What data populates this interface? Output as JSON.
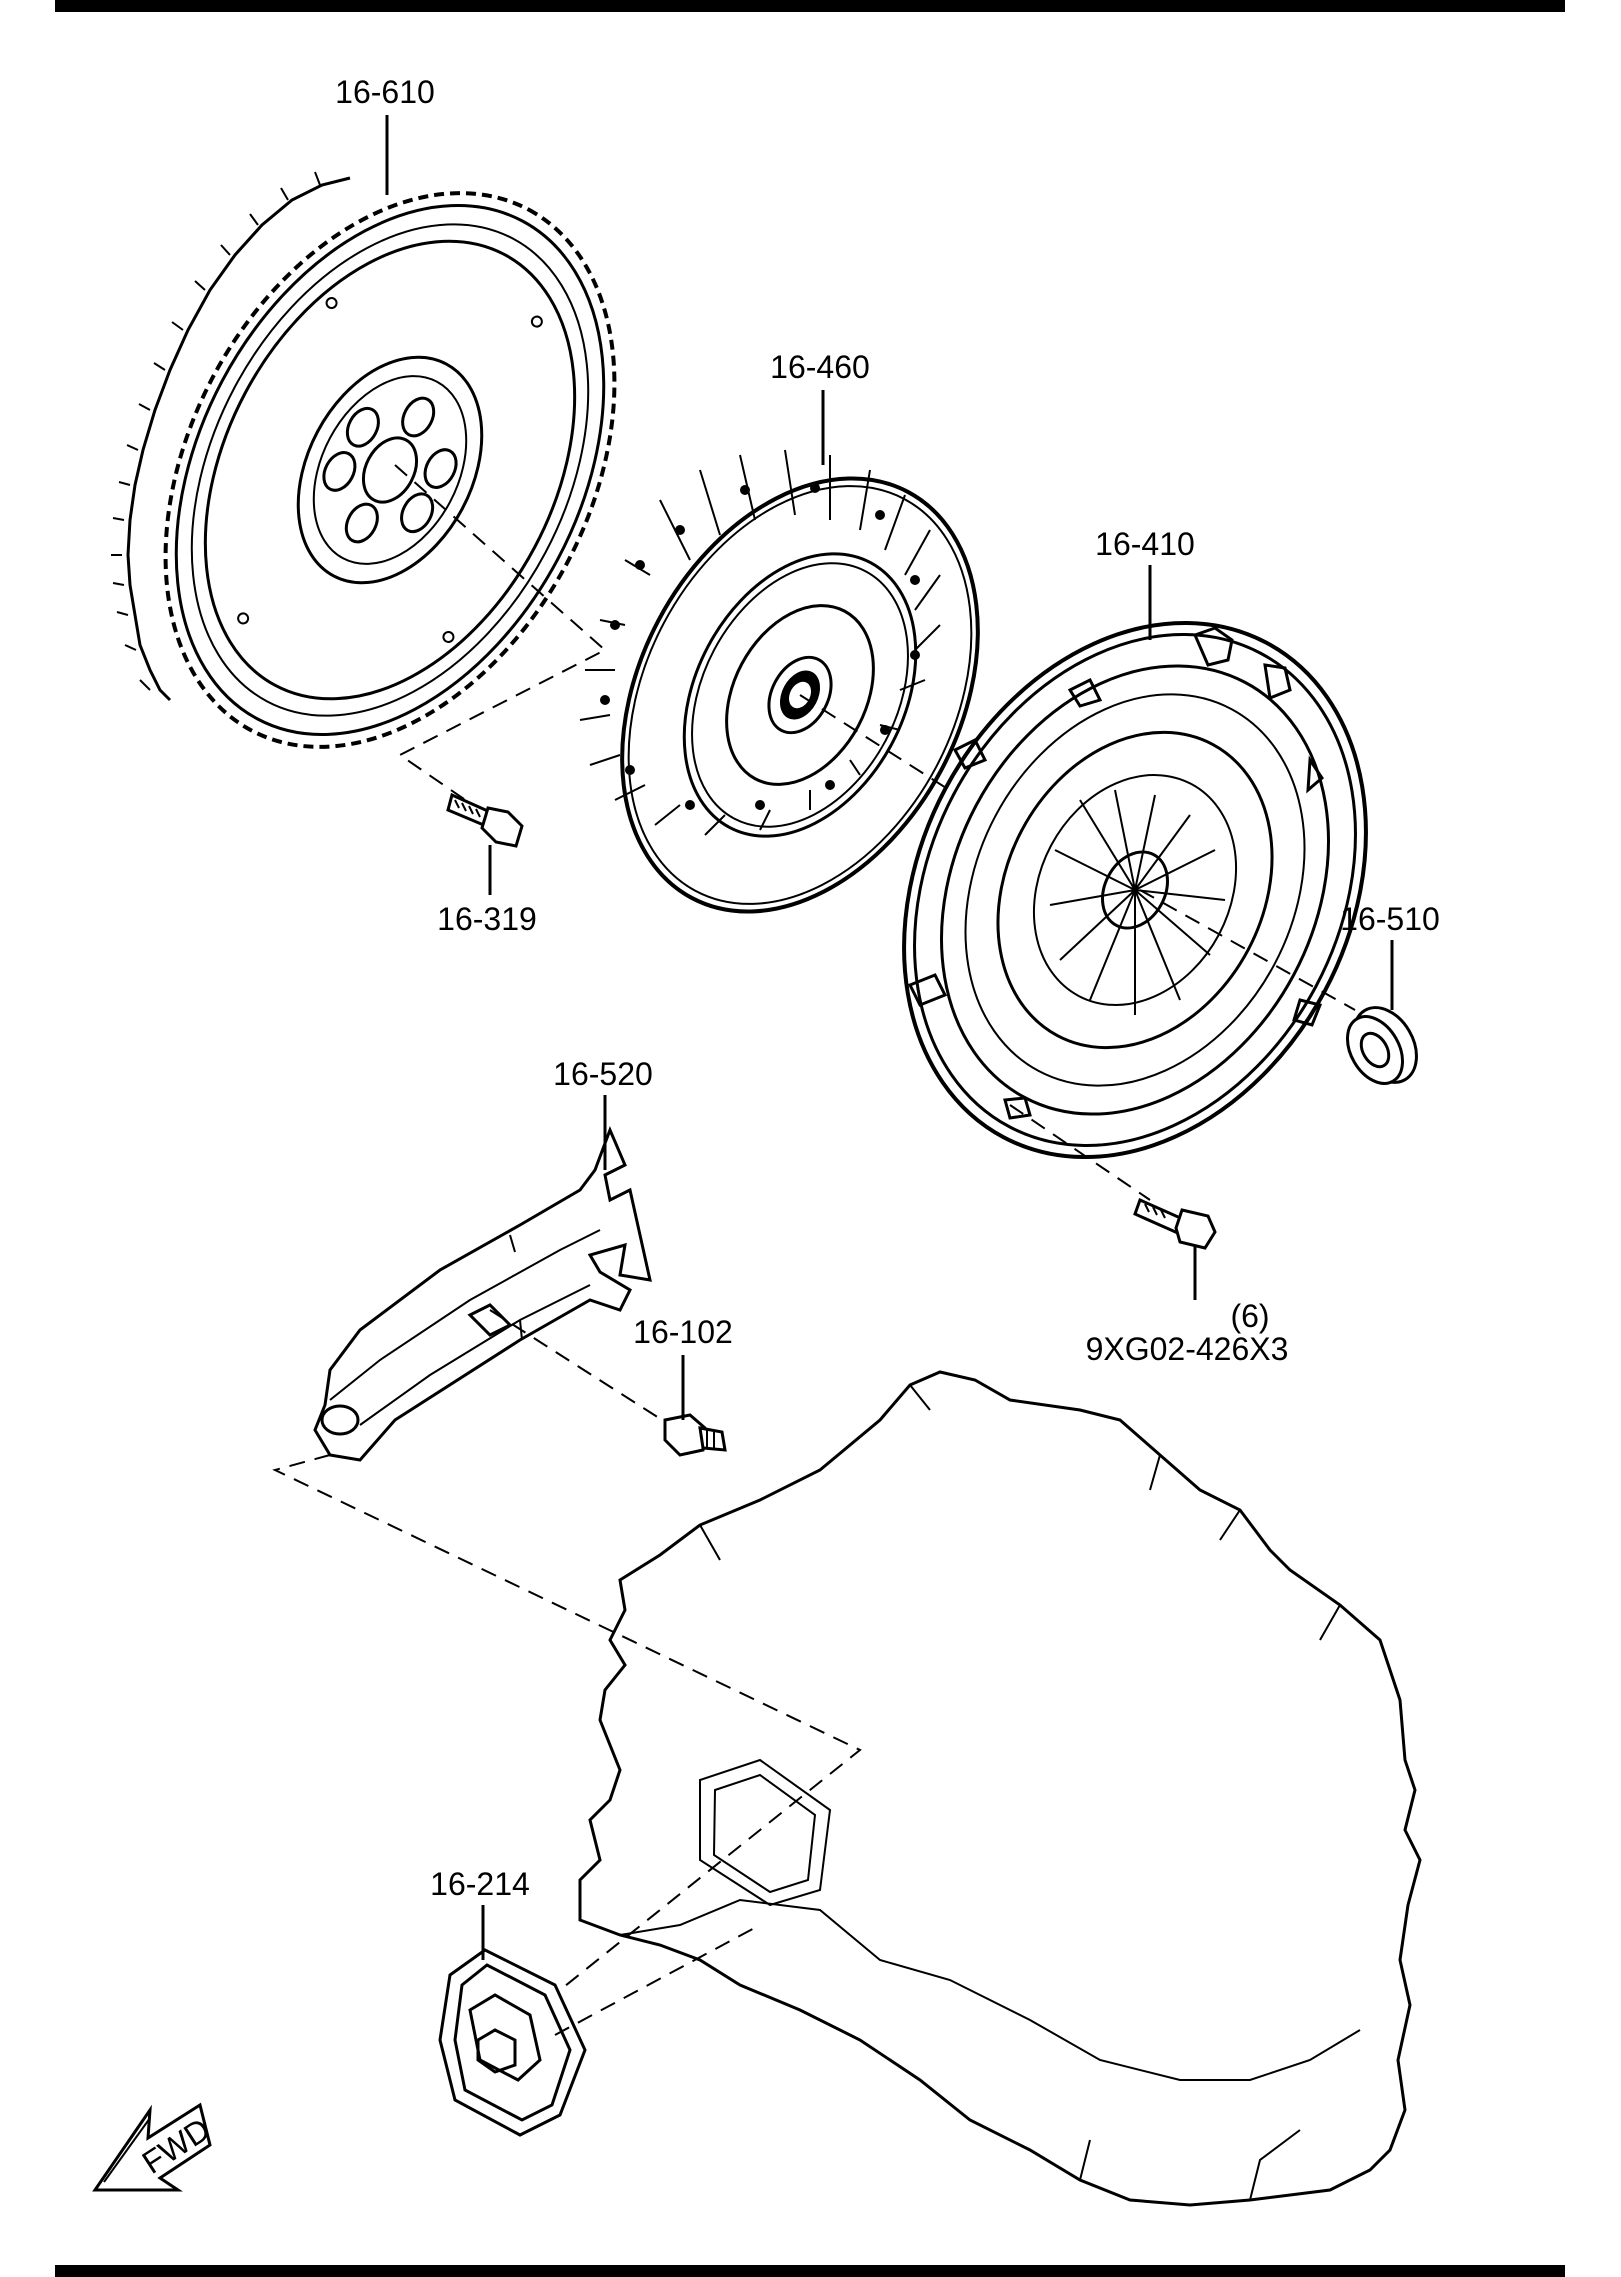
{
  "diagram": {
    "callouts": [
      {
        "id": "flywheel",
        "label": "16-610"
      },
      {
        "id": "clutch-disc",
        "label": "16-460"
      },
      {
        "id": "pressure-plate",
        "label": "16-410"
      },
      {
        "id": "release-bearing",
        "label": "16-510"
      },
      {
        "id": "flywheel-bolt",
        "label": "16-319"
      },
      {
        "id": "release-fork",
        "label": "16-520"
      },
      {
        "id": "pivot-bolt",
        "label": "16-102"
      },
      {
        "id": "cover-bolt-qty",
        "label": "(6)"
      },
      {
        "id": "cover-bolt",
        "label": "9XG02-426X3"
      },
      {
        "id": "boot",
        "label": "16-214"
      }
    ],
    "fwd_label": "FWD"
  }
}
